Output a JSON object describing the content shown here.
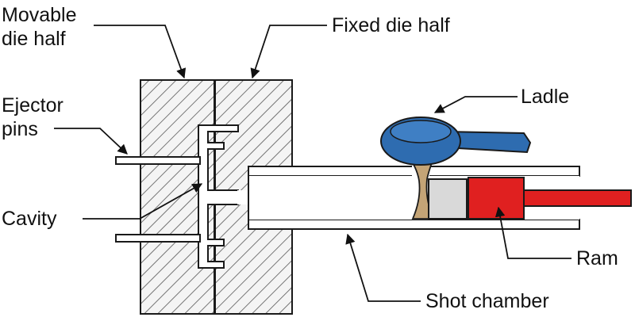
{
  "labels": {
    "movable_die_half": [
      "Movable",
      "die half"
    ],
    "fixed_die_half": "Fixed die half",
    "ejector_pins": [
      "Ejector",
      "pins"
    ],
    "cavity": "Cavity",
    "ladle": "Ladle",
    "ram": "Ram",
    "shot_chamber": "Shot chamber"
  },
  "colors": {
    "ladle": "#2e6cb0",
    "molten_metal": "#c4a476",
    "ram": "#e02020",
    "plunger_tip": "#d9d9d9",
    "outline": "#1a1a1a",
    "hatch": "#555555",
    "die_fill": "#f2f2f2"
  }
}
